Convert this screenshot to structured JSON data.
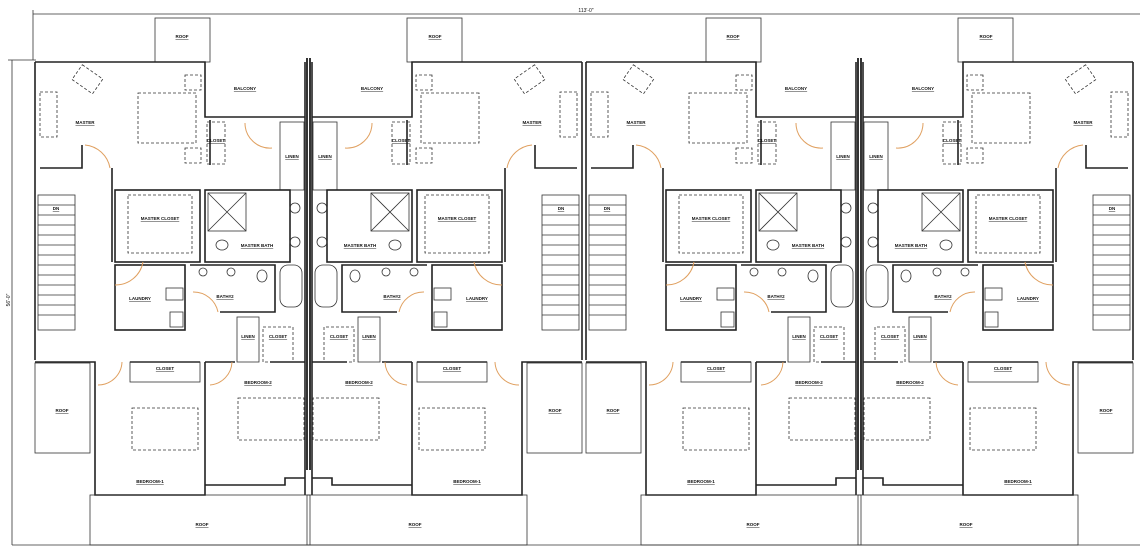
{
  "plan": {
    "overall_width_dim": "113'-0\"",
    "overall_depth_dim": "56'-0\"",
    "units": 4,
    "labels": {
      "roof": "ROOF",
      "balcony": "BALCONY",
      "master": "MASTER",
      "closet": "CLOSET",
      "linen": "LINEN",
      "master_closet": "MASTER CLOSET",
      "master_bath": "MASTER BATH",
      "laundry": "LAUNDRY",
      "bath2": "BATH#2",
      "bedroom1": "BEDROOM-1",
      "bedroom2": "BEDROOM-2",
      "down": "DN"
    },
    "door_color": "#e0a060"
  }
}
